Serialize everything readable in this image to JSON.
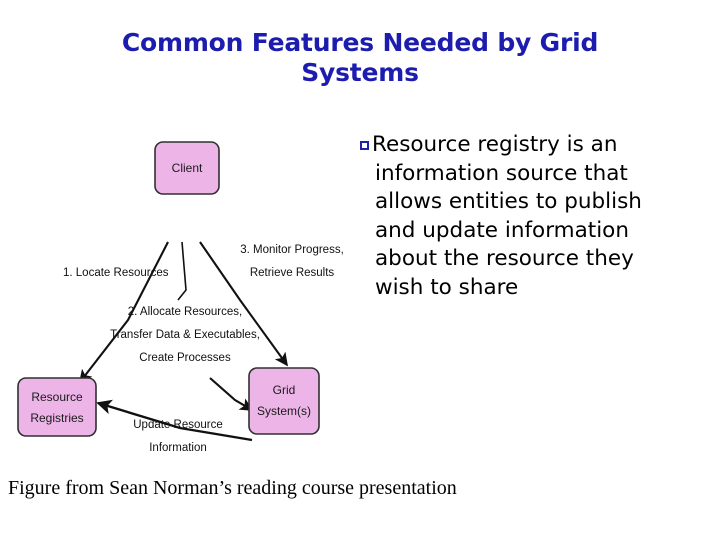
{
  "slide": {
    "title_lines": [
      "Common Features Needed by Grid",
      "Systems"
    ],
    "title_color": "#1c1cae"
  },
  "bullet": {
    "marker": "hollow-square-bullet",
    "marker_color": "#2020a8",
    "text": "Resource registry is an information source that allows entities to publish and update information about the resource they wish to share"
  },
  "diagram": {
    "box_fill": "#edb4e8",
    "box_stroke": "#303030",
    "line_color": "#111111",
    "nodes": [
      {
        "id": "client",
        "label_lines": [
          "Client"
        ]
      },
      {
        "id": "resource-registries",
        "label_lines": [
          "Resource",
          "Registries"
        ]
      },
      {
        "id": "grid-systems",
        "label_lines": [
          "Grid",
          "System(s)"
        ]
      }
    ],
    "edge_labels": [
      {
        "id": "locate-resources",
        "lines": [
          "1. Locate Resources"
        ]
      },
      {
        "id": "allocate-resources",
        "lines": [
          "2. Allocate Resources,",
          "Transfer Data & Executables,",
          "Create Processes"
        ]
      },
      {
        "id": "monitor-progress",
        "lines": [
          "3. Monitor Progress,",
          "Retrieve Results"
        ]
      },
      {
        "id": "update-resource",
        "lines": [
          "Update Resource",
          "Information"
        ]
      }
    ]
  },
  "footer": {
    "caption": "Figure from Sean Norman’s reading course presentation"
  }
}
